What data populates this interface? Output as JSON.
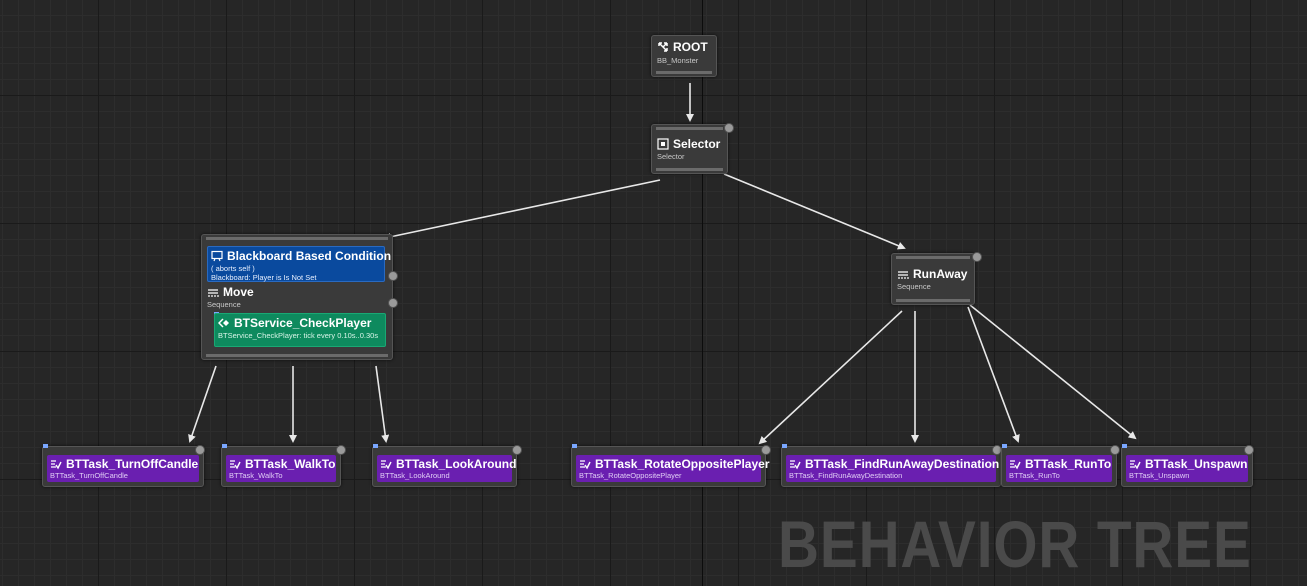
{
  "watermark": "BEHAVIOR TREE",
  "colors": {
    "decorator": "#0a4a9e",
    "service": "#0e8a5e",
    "task": "#6a1fb0",
    "node": "#3a3a3a"
  },
  "root": {
    "title": "ROOT",
    "subtitle": "BB_Monster",
    "icon": "root-icon"
  },
  "selector": {
    "title": "Selector",
    "subtitle": "Selector",
    "icon": "selector-icon"
  },
  "move": {
    "decorator": {
      "title": "Blackboard Based Condition",
      "line1": "( aborts self )",
      "line2": "Blackboard: Player is Is Not Set",
      "icon": "decorator-icon"
    },
    "title": "Move",
    "subtitle": "Sequence",
    "service": {
      "title": "BTService_CheckPlayer",
      "subtitle": "BTService_CheckPlayer: tick every 0.10s..0.30s",
      "icon": "service-icon"
    }
  },
  "runaway": {
    "title": "RunAway",
    "subtitle": "Sequence",
    "icon": "sequence-icon"
  },
  "tasks": [
    {
      "title": "BTTask_TurnOffCandle",
      "subtitle": "BTTask_TurnOffCandle"
    },
    {
      "title": "BTTask_WalkTo",
      "subtitle": "BTTask_WalkTo"
    },
    {
      "title": "BTTask_LookAround",
      "subtitle": "BTTask_LookAround"
    },
    {
      "title": "BTTask_RotateOppositePlayer",
      "subtitle": "BTTask_RotateOppositePlayer"
    },
    {
      "title": "BTTask_FindRunAwayDestination",
      "subtitle": "BTTask_FindRunAwayDestination"
    },
    {
      "title": "BTTask_RunTo",
      "subtitle": "BTTask_RunTo"
    },
    {
      "title": "BTTask_Unspawn",
      "subtitle": "BTTask_Unspawn"
    }
  ]
}
